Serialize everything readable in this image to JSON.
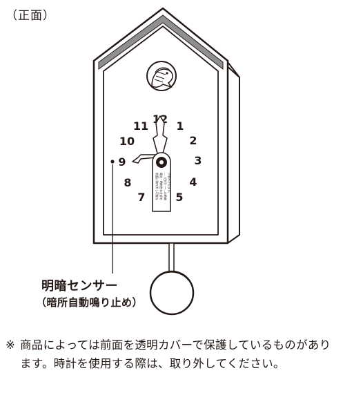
{
  "view_label": "（正面）",
  "clock": {
    "numerals": [
      "12",
      "1",
      "2",
      "3",
      "4",
      "5",
      "7",
      "8",
      "9",
      "10",
      "11"
    ],
    "hand_label_lines": [
      "前面に取り外し可能な",
      "電池・時刻合わせ部を",
      "…（日付）～…の時刻",
      "が表示されます。"
    ]
  },
  "sensor_label": {
    "title": "明暗センサー",
    "subtitle": "（暗所自動鳴り止め）"
  },
  "note": {
    "mark": "※",
    "text": "商品によっては前面を透明カバーで保護しているものがあります。時計を使用する際は、取り外してください。"
  }
}
